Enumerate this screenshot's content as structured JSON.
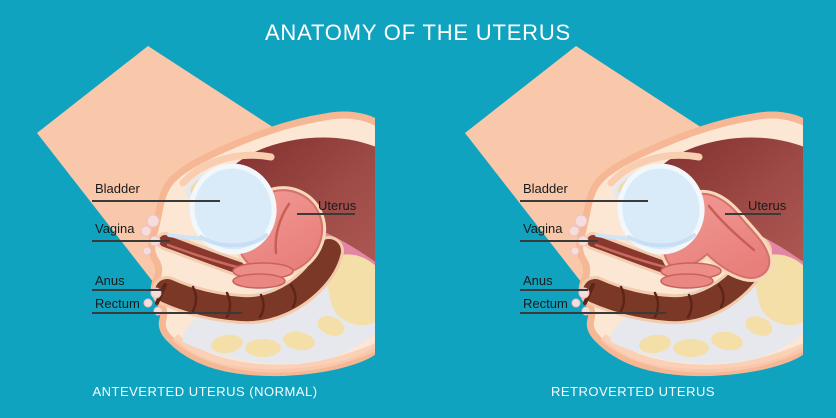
{
  "title": "ANATOMY OF THE UTERUS",
  "panels": [
    {
      "caption": "ANTEVERTED UTERUS (NORMAL)",
      "uterus_orientation": "anteverted",
      "labels": {
        "bladder": "Bladder",
        "vagina": "Vagina",
        "anus": "Anus",
        "rectum": "Rectum",
        "uterus": "Uterus"
      }
    },
    {
      "caption": "RETROVERTED UTERUS",
      "uterus_orientation": "retroverted",
      "labels": {
        "bladder": "Bladder",
        "vagina": "Vagina",
        "anus": "Anus",
        "rectum": "Rectum",
        "uterus": "Uterus"
      }
    }
  ],
  "colors": {
    "background": "#10A3BF",
    "title_text": "#FFFFFF",
    "caption_text": "#F7FCFD",
    "label_text": "#1A1A1A",
    "label_line": "#3A3A3A",
    "skin_dark": "#F9C8AB",
    "skin_light": "#FCE7D5",
    "skin_outline": "#F6B794",
    "cavity_dark": "#7E2E2C",
    "cavity_light": "#B05B56",
    "bladder_blue": "#D9EBF9",
    "uterus_pink": "#EF8F8B",
    "mauve_band": "#E286A3",
    "bone_yellow": "#F4DFA9",
    "cartilage_gray": "#E7E8EE",
    "rectum_brown": "#7B3827",
    "vagina_dark": "#8A382E"
  }
}
